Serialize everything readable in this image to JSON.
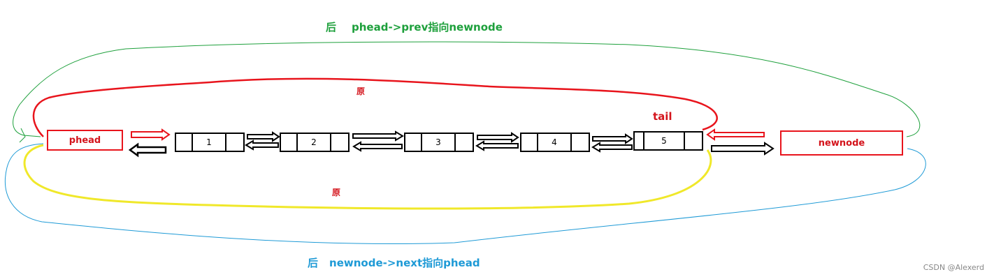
{
  "labels": {
    "top_after": "后",
    "top_text": "phead->prev指向newnode",
    "bottom_after": "后",
    "bottom_text": "newnode->next指向phead",
    "orig_top": "原",
    "orig_bottom": "原",
    "tail": "tail"
  },
  "nodes": {
    "phead": "phead",
    "newnode": "newnode",
    "list": [
      "1",
      "2",
      "3",
      "4",
      "5"
    ]
  },
  "watermark": "CSDN @Alexerd",
  "colors": {
    "green": "#1ea03c",
    "red": "#e8141c",
    "yellow": "#f0e82a",
    "blue": "#1e9ad6",
    "black": "#000000",
    "label_green": "#1ea03c",
    "label_blue": "#1e9ad6",
    "label_red": "#d4141c"
  }
}
